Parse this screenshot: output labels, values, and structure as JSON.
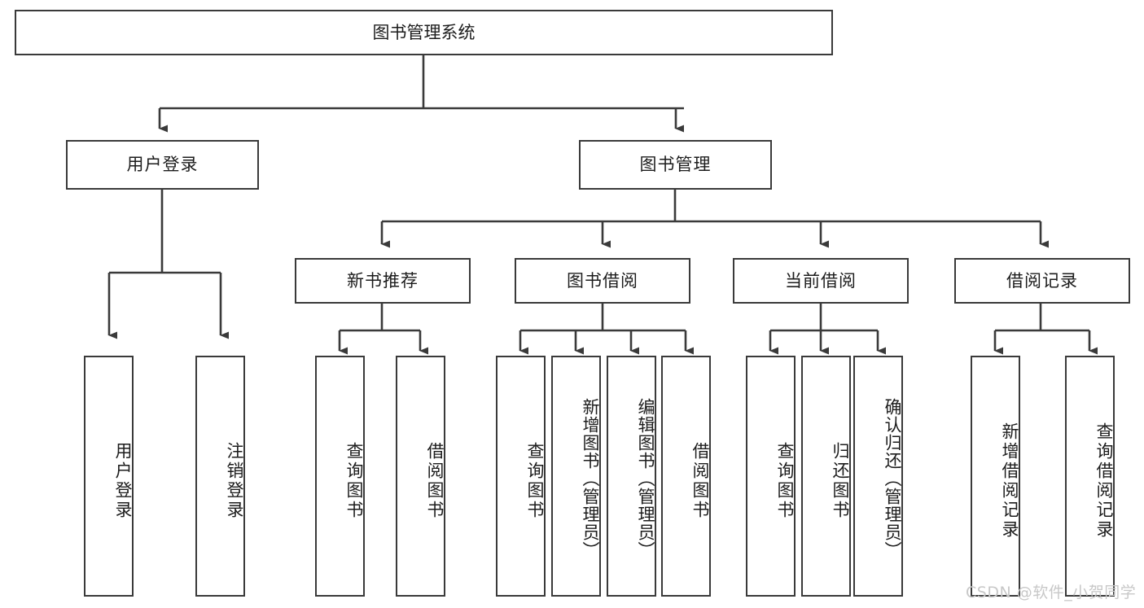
{
  "diagram": {
    "title": "图书管理系统",
    "type": "tree-hierarchy",
    "watermark": "CSDN @软件_小贺同学",
    "colors": {
      "box_border": "#3a3a3a",
      "box_fill": "#ffffff",
      "connector": "#3a3a3a",
      "text": "#1c1c1c",
      "watermark": "#c8c8c8"
    },
    "root": {
      "label": "图书管理系统"
    },
    "level2": [
      {
        "id": "user-login",
        "label": "用户登录"
      },
      {
        "id": "book-manage",
        "label": "图书管理"
      }
    ],
    "level3": [
      {
        "id": "new-book-rec",
        "label": "新书推荐"
      },
      {
        "id": "book-borrow",
        "label": "图书借阅"
      },
      {
        "id": "current-borrow",
        "label": "当前借阅"
      },
      {
        "id": "borrow-record",
        "label": "借阅记录"
      }
    ],
    "leaves": {
      "user_login": [
        {
          "id": "leaf-user-login",
          "label": "用户登录"
        },
        {
          "id": "leaf-logout",
          "label": "注销登录"
        }
      ],
      "new_book_rec": [
        {
          "id": "leaf-query-book-1",
          "label": "查询图书"
        },
        {
          "id": "leaf-borrow-book-1",
          "label": "借阅图书"
        }
      ],
      "book_borrow": [
        {
          "id": "leaf-query-book-2",
          "label": "查询图书"
        },
        {
          "id": "leaf-add-book",
          "label": "新增图书（管理员）"
        },
        {
          "id": "leaf-edit-book",
          "label": "编辑图书（管理员）"
        },
        {
          "id": "leaf-borrow-book-2",
          "label": "借阅图书"
        }
      ],
      "current_borrow": [
        {
          "id": "leaf-query-book-3",
          "label": "查询图书"
        },
        {
          "id": "leaf-return-book",
          "label": "归还图书"
        },
        {
          "id": "leaf-confirm-return",
          "label": "确认归还（管理员）"
        }
      ],
      "borrow_record": [
        {
          "id": "leaf-add-record",
          "label": "新增借阅记录"
        },
        {
          "id": "leaf-query-record",
          "label": "查询借阅记录"
        }
      ]
    }
  }
}
